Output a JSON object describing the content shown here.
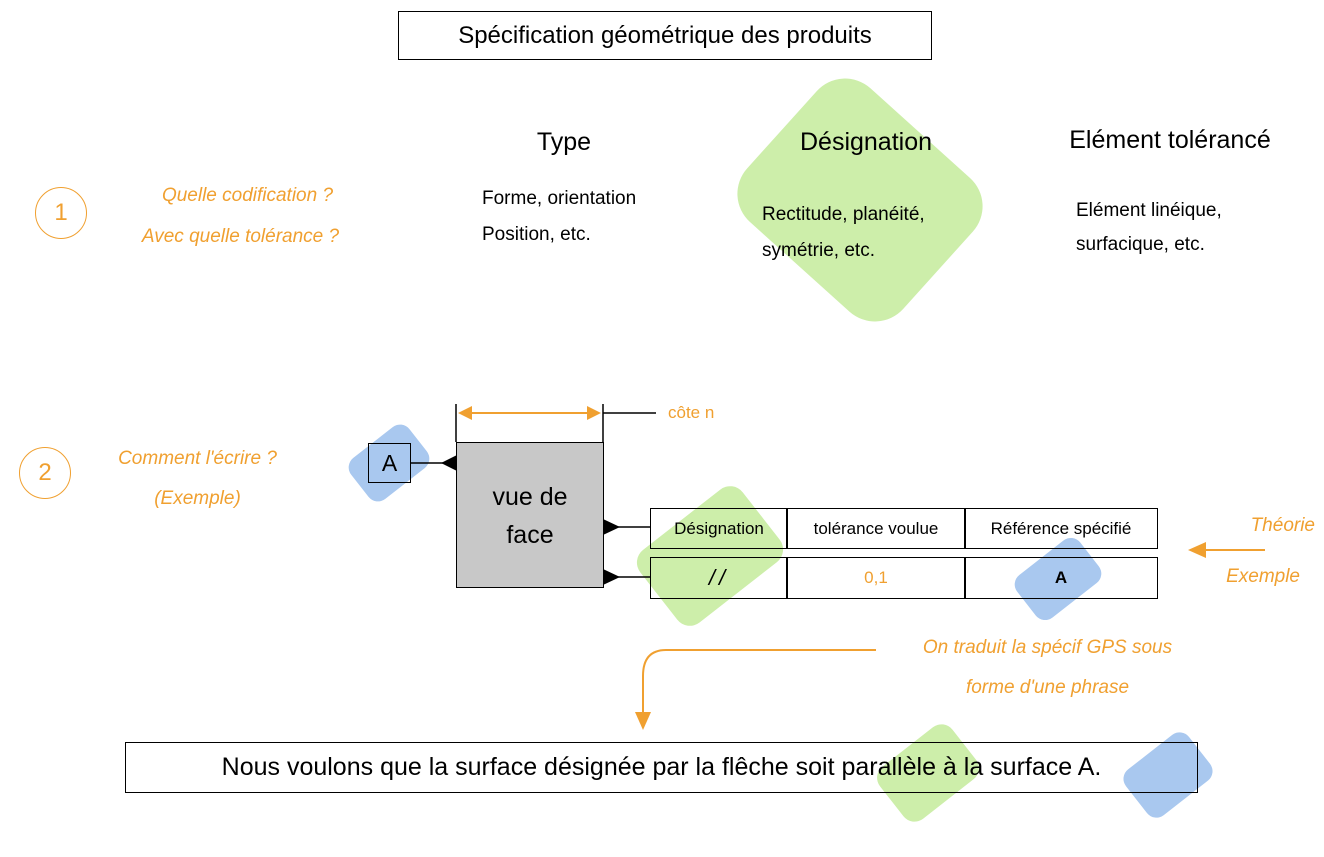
{
  "title": "Spécification géométrique des produits",
  "step1": {
    "number": "1",
    "question_line1": "Quelle codification ?",
    "question_line2": "Avec quelle tolérance ?",
    "columns": [
      {
        "heading": "Type",
        "line1": "Forme, orientation",
        "line2": "Position, etc."
      },
      {
        "heading": "Désignation",
        "line1": "Rectitude, planéité,",
        "line2": "symétrie, etc."
      },
      {
        "heading": "Elément tolérancé",
        "line1": "Elément linéique,",
        "line2": "surfacique, etc."
      }
    ]
  },
  "step2": {
    "number": "2",
    "question_line1": "Comment l'écrire ?",
    "question_line2": "(Exemple)",
    "datum_letter": "A",
    "view_label_line1": "vue de",
    "view_label_line2": "face",
    "dimension_label": "côte n",
    "frame_headers": [
      "Désignation",
      "tolérance voulue",
      "Référence spécifié"
    ],
    "frame_values": [
      "//",
      "0,1",
      "A"
    ],
    "theory_label": "Théorie",
    "example_label": "Exemple",
    "note_line1": "On traduit la spécif GPS sous",
    "note_line2": "forme d'une phrase",
    "sentence": "Nous voulons que la surface désignée par la flêche soit parallèle à la surface A."
  },
  "colors": {
    "accent": "#f0a030",
    "green_highlight": "#cdeeaa",
    "blue_highlight": "#a9c8ef",
    "view_fill": "#c8c8c8"
  }
}
